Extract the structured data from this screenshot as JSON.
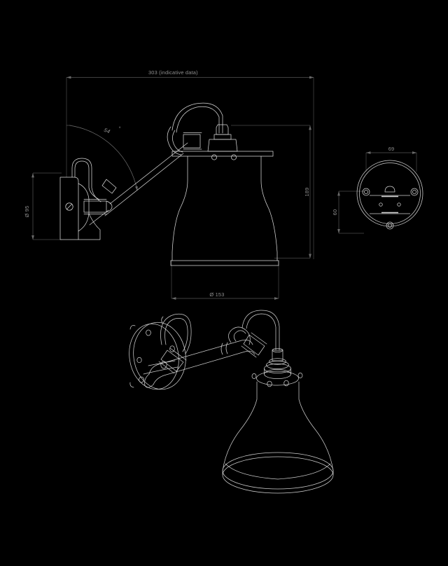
{
  "drawing": {
    "background_color": "#000000",
    "line_color": "#d8d8d8",
    "dim_line_color": "#5a5a5a",
    "text_color": "#8a8a8a",
    "title": "Wall lamp technical drawing"
  },
  "views": {
    "side_elevation": {
      "name": "side-elevation-view",
      "dimensions": {
        "overall_width": "303 (indicative data)",
        "plate_diameter": "Ø 95",
        "overall_height": "189",
        "shade_diameter": "Ø 153",
        "swivel_angle": "54 °"
      }
    },
    "back_plate": {
      "name": "back-plate-view",
      "dimensions": {
        "width": "69",
        "height": "60"
      }
    },
    "perspective": {
      "name": "perspective-view"
    }
  },
  "labels": {
    "w303": "303 (indicative data)",
    "d95": "Ø 95",
    "h189": "189",
    "d153": "Ø 153",
    "a54": "54",
    "deg": "°",
    "w69": "69",
    "h60": "60"
  }
}
